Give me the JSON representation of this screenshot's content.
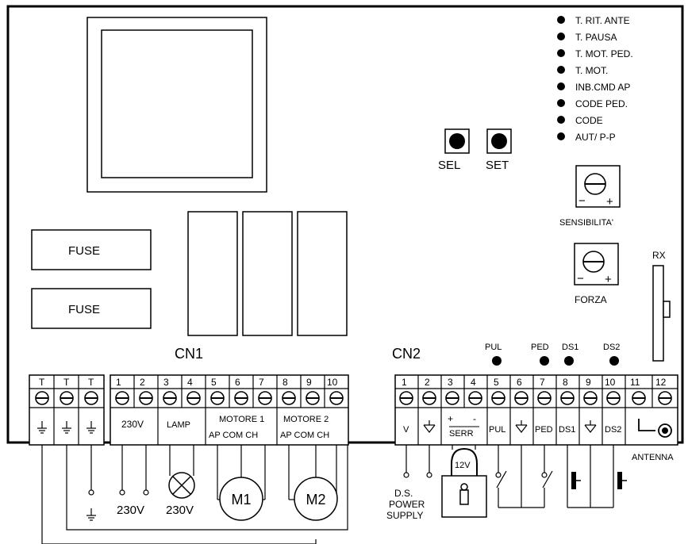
{
  "leds": [
    {
      "label": "T. RIT. ANTE"
    },
    {
      "label": "T. PAUSA"
    },
    {
      "label": "T. MOT. PED."
    },
    {
      "label": "T. MOT."
    },
    {
      "label": "INB.CMD AP"
    },
    {
      "label": "CODE  PED."
    },
    {
      "label": "CODE"
    },
    {
      "label": "AUT/ P-P"
    }
  ],
  "buttons": {
    "sel": "SEL",
    "set": "SET"
  },
  "trimmers": {
    "sensibilita": "SENSIBILITA'",
    "forza": "FORZA",
    "minus": "−",
    "plus": "+"
  },
  "rx": "RX",
  "fuses": [
    "FUSE",
    "FUSE"
  ],
  "cn1": {
    "label": "CN1",
    "earth_pins": [
      "T",
      "T",
      "T"
    ],
    "pins": [
      "1",
      "2",
      "3",
      "4",
      "5",
      "6",
      "7",
      "8",
      "9",
      "10"
    ],
    "groups": {
      "v230": "230V",
      "lamp": "LAMP",
      "motore1": "MOTORE 1",
      "motore2": "MOTORE 2",
      "ap_com_ch_1": "AP COM CH",
      "ap_com_ch_2": "AP COM CH"
    }
  },
  "cn2": {
    "label": "CN2",
    "pins": [
      "1",
      "2",
      "3",
      "4",
      "5",
      "6",
      "7",
      "8",
      "9",
      "10",
      "11",
      "12"
    ],
    "terminals": {
      "v": "V",
      "plus": "+",
      "minus": "-",
      "serr": "SERR",
      "pul": "PUL",
      "ped": "PED",
      "ds1": "DS1",
      "ds2": "DS2"
    },
    "indicators": [
      "PUL",
      "PED",
      "DS1",
      "DS2"
    ]
  },
  "external": {
    "ground_symbol": "⏚",
    "v230_a": "230V",
    "v230_b": "230V",
    "m1": "M1",
    "m2": "M2",
    "lock_voltage": "12V",
    "ds_supply": [
      "D.S.",
      "POWER",
      "SUPPLY"
    ],
    "antenna": "ANTENNA"
  }
}
